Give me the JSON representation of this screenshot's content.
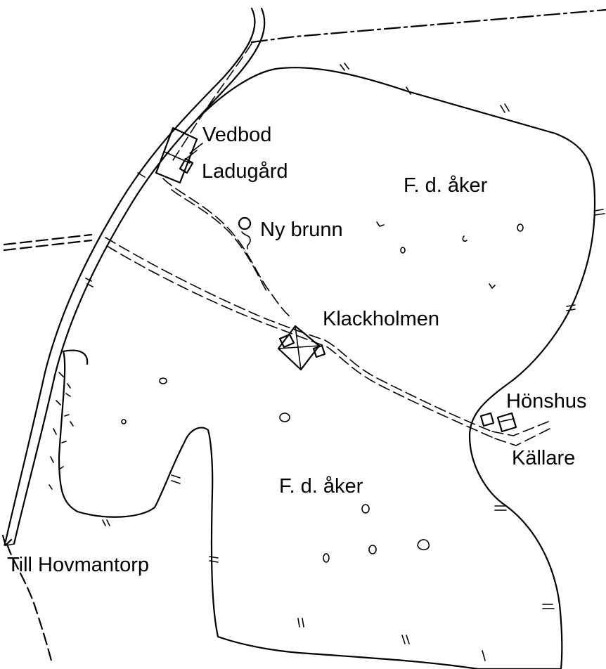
{
  "map": {
    "labels": {
      "vedbod": "Vedbod",
      "ladugard": "Ladugård",
      "field_north": "F. d. åker",
      "ny_brunn": "Ny brunn",
      "klackholmen": "Klackholmen",
      "honshus": "Hönshus",
      "kallare": "Källare",
      "field_south": "F. d. åker",
      "till_hovmantorp": "Till Hovmantorp"
    },
    "colors": {
      "ink": "#000000",
      "paper": "#ffffff"
    }
  }
}
